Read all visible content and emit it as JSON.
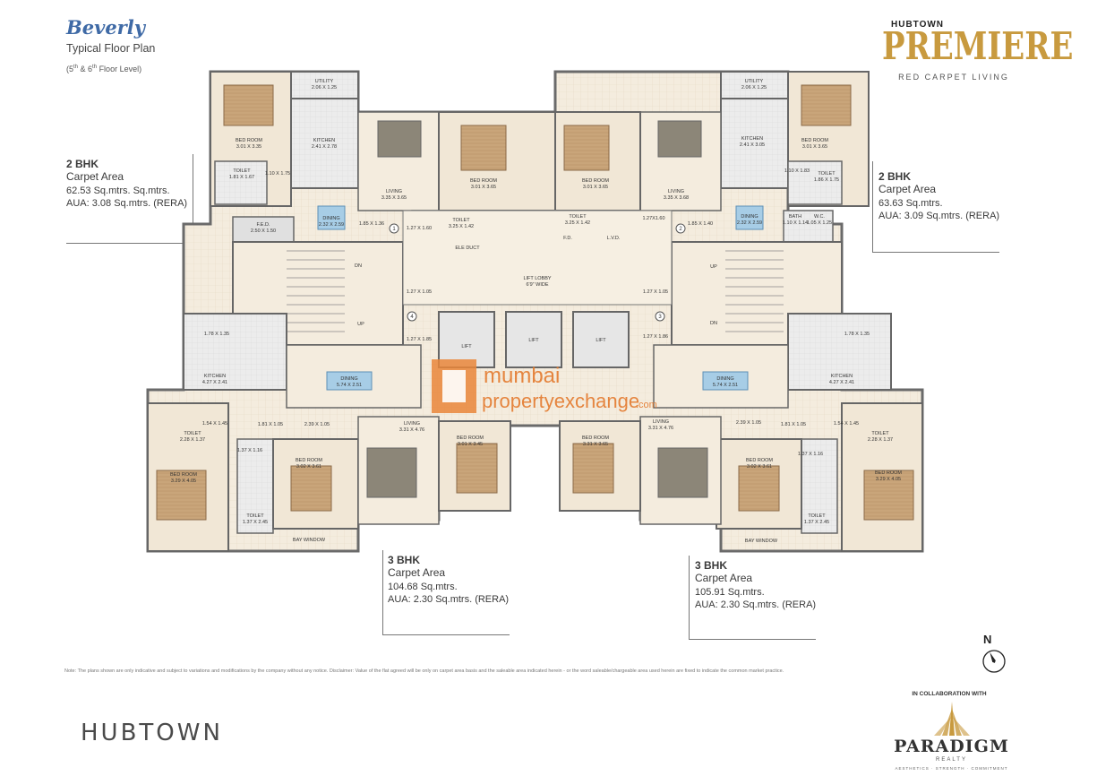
{
  "header": {
    "project_name": "Beverly",
    "plan_title": "Typical Floor Plan",
    "floor_level_prefix": "(5",
    "floor_level_sup1": "th",
    "floor_level_mid": " & 6",
    "floor_level_sup2": "th",
    "floor_level_suffix": " Floor Level)"
  },
  "brand": {
    "hubtown_small": "HUBTOWN",
    "premiere": "PREMIERE",
    "tagline": "RED CARPET LIVING",
    "hubtown_large": "HUBTOWN",
    "collab": "IN COLLABORATION WITH",
    "paradigm": "PARADIGM",
    "realty": "REALTY",
    "motto": "AESTHETICS · STRENGTH · COMMITMENT",
    "gold": "#c89a3f"
  },
  "units": [
    {
      "type": "2 BHK",
      "carpet_label": "Carpet Area",
      "area": "62.53 Sq.mtrs. Sq.mtrs.",
      "aua": "AUA: 3.08 Sq.mtrs. (RERA)"
    },
    {
      "type": "2 BHK",
      "carpet_label": "Carpet Area",
      "area": "63.63 Sq.mtrs.",
      "aua": "AUA: 3.09 Sq.mtrs. (RERA)"
    },
    {
      "type": "3 BHK",
      "carpet_label": "Carpet Area",
      "area": "104.68 Sq.mtrs.",
      "aua": "AUA: 2.30 Sq.mtrs. (RERA)"
    },
    {
      "type": "3 BHK",
      "carpet_label": "Carpet Area",
      "area": "105.91 Sq.mtrs.",
      "aua": "AUA: 2.30 Sq.mtrs. (RERA)"
    }
  ],
  "plan": {
    "rooms": {
      "utility_tl": "UTILITY",
      "utility_tl_dim": "2.06 X 1.25",
      "bed_tl": "BED ROOM",
      "bed_tl_dim": "3.01 X 3.35",
      "kitchen_tl": "KITCHEN",
      "kitchen_tl_dim": "2.41 X 2.78",
      "toilet_tl": "TOILET",
      "toilet_tl_dim": "1.81 X 1.67",
      "toilet_tl_dim2": "1.10 X 1.75",
      "living_tl": "LIVING",
      "living_tl_dim": "3.35 X 3.65",
      "bed_tl2": "BED ROOM",
      "bed_tl2_dim": "3.01 X 3.65",
      "fed": "F.E.D.",
      "fed_dim": "2.50 X 1.50",
      "dining_tl": "DINING",
      "dining_tl_dim": "2.32 X 2.59",
      "pass_1": "1.85 X 1.36",
      "toilet_tc": "TOILET",
      "toilet_tc_dim": "3.25 X 1.42",
      "ele_duct": "ELE DUCT",
      "pass_2": "1.27 X 1.60",
      "bed_tr2": "BED ROOM",
      "bed_tr2_dim": "3.01 X 3.65",
      "toilet_tr2": "TOILET",
      "toilet_tr2_dim": "3.25 X 1.42",
      "fd": "F.D.",
      "lvd": "L.V.D.",
      "pass_3": "1.27X1.60",
      "living_tr": "LIVING",
      "living_tr_dim": "3.35 X 3.68",
      "pass_4": "1.85 X 1.40",
      "utility_tr": "UTILITY",
      "utility_tr_dim": "2.06 X 1.25",
      "kitchen_tr": "KITCHEN",
      "kitchen_tr_dim": "2.41 X 3.05",
      "bed_tr": "BED ROOM",
      "bed_tr_dim": "3.01 X 3.65",
      "toilet_tr": "TOILET",
      "toilet_tr_dim": "1.86 X 1.75",
      "pass_5": "1.10 X 1.83",
      "dining_tr": "DINING",
      "dining_tr_dim": "2.32 X 2.59",
      "bath": "BATH",
      "bath_dim": "1.10 X 1.14",
      "wc": "W.C.",
      "wc_dim": "1.05 X 1.25",
      "lift_lobby": "LIFT LOBBY",
      "lift_lobby_sub": "6'9\" WIDE",
      "dn_l": "DN",
      "up_l": "UP",
      "up_r": "UP",
      "dn_r": "DN",
      "pass_6": "1.27 X 1.05",
      "pass_7": "1.27 X 1.05",
      "pass_8": "1.27 X 1.85",
      "pass_9": "1.27 X 1.86",
      "lift": "LIFT",
      "util_bl_dim": "1.78 X 1.35",
      "kitchen_bl": "KITCHEN",
      "kitchen_bl_dim": "4.27 X 2.41",
      "dining_bl": "DINING",
      "dining_bl_dim": "5.74 X 2.51",
      "toilet_bl": "TOILET",
      "toilet_bl_dim": "2.28 X 1.37",
      "pass_10": "1.54 X 1.45",
      "pass_11": "1.81 X 1.05",
      "pass_12": "2.39 X 1.05",
      "bed_bl": "BED ROOM",
      "bed_bl_dim": "3.29 X 4.05",
      "pass_13": "1.37 X 1.16",
      "bed_bl2": "BED ROOM",
      "bed_bl2_dim": "3.02 X 3.61",
      "toilet_bl2": "TOILET",
      "toilet_bl2_dim": "1.37 X 2.45",
      "living_bl": "LIVING",
      "living_bl_dim": "3.31 X 4.76",
      "bed_bc": "BED ROOM",
      "bed_bc_dim": "3.01 X 3.45",
      "bay_l": "BAY WINDOW",
      "bed_bc2": "BED ROOM",
      "bed_bc2_dim": "3.31 X 3.65",
      "living_br": "LIVING",
      "living_br_dim": "3.31 X 4.76",
      "dining_br": "DINING",
      "dining_br_dim": "5.74 X 2.51",
      "pass_14": "2.39 X 1.05",
      "pass_15": "1.81 X 1.05",
      "kitchen_br": "KITCHEN",
      "kitchen_br_dim": "4.27 X 2.41",
      "util_br_dim": "1.78 X 1.35",
      "pass_16": "1.54 X 1.45",
      "toilet_br": "TOILET",
      "toilet_br_dim": "2.28 X 1.37",
      "bed_br2": "BED ROOM",
      "bed_br2_dim": "3.02 X 3.61",
      "pass_17": "1.37 X 1.16",
      "bed_br": "BED ROOM",
      "bed_br_dim": "3.29 X 4.05",
      "toilet_br2": "TOILET",
      "toilet_br2_dim": "1.37 X 2.45",
      "bay_r": "BAY WINDOW",
      "n1": "1",
      "n2": "2",
      "n3": "3",
      "n4": "4"
    }
  },
  "watermark": {
    "line1": "mumbai",
    "line2": "propertyexchange",
    "suffix": ".com"
  },
  "north": "N",
  "note": "Note: The plans shown are only indicative and subject to variations and modifications by the company without any notice. Disclaimer: Value of the flat agreed will be only on carpet area basis and the saleable area indicated herein - or the word saleable/chargeable area used herein are fixed to indicate the common market practice."
}
